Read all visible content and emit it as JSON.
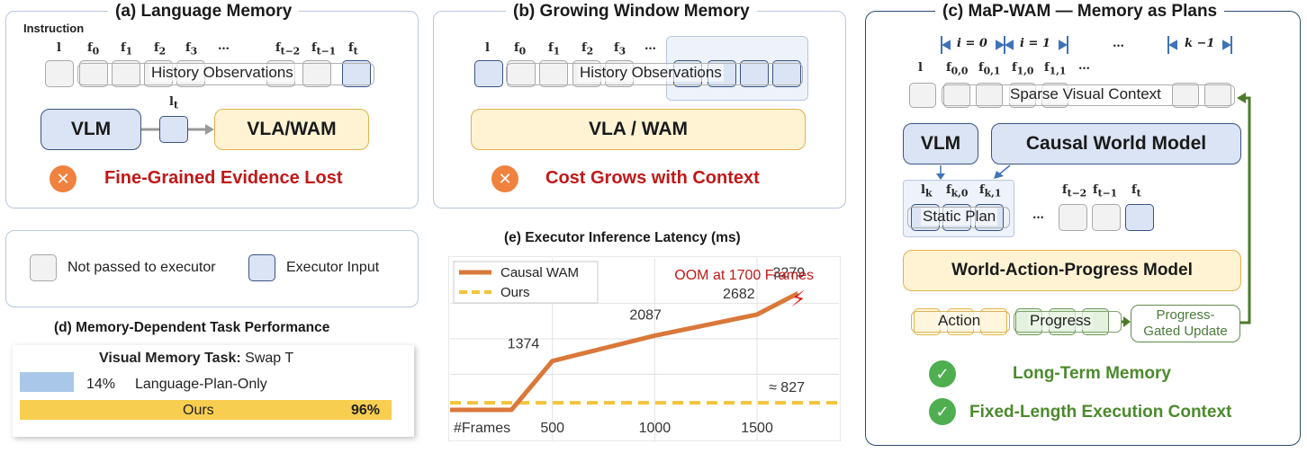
{
  "panel_a": {
    "title": "(a) Language Memory",
    "instruction_label": "Instruction",
    "strip_label": "History Observations",
    "vlm": "VLM",
    "executor": "VLA/WAM",
    "lt": "l",
    "lt_sub": "t",
    "status": "Fine-Grained Evidence Lost"
  },
  "panel_b": {
    "title": "(b) Growing Window Memory",
    "strip_label": "History Observations",
    "executor": "VLA / WAM",
    "status": "Cost Grows with Context"
  },
  "panel_c": {
    "title": "(c) MaP-WAM — Memory as Plans",
    "intervals": [
      "i = 0",
      "i = 1",
      "…",
      "k −1"
    ],
    "strip_label": "Sparse Visual Context",
    "vlm": "VLM",
    "causal_wm": "Causal World Model",
    "static_plan": "Static Plan",
    "wap_model": "World-Action-Progress Model",
    "action": "Action",
    "progress": "Progress",
    "update": "Progress-Gated Update",
    "benefit_1": "Long-Term Memory",
    "benefit_2": "Fixed-Length Execution Context"
  },
  "legend": {
    "not_passed": "Not passed to executor",
    "executor_input": "Executor Input"
  },
  "panel_d": {
    "title": "(d) Memory-Dependent Task Performance",
    "task_prefix": "Visual Memory Task:",
    "task_name": "Swap T",
    "rows": [
      {
        "label": "Language-Plan-Only",
        "value_text": "14%",
        "value": 14
      },
      {
        "label": "Ours",
        "value_text": "96%",
        "value": 96
      }
    ]
  },
  "chart_data": {
    "type": "line",
    "title": "(e) Executor Inference Latency (ms)",
    "xlabel": "#Frames",
    "x_ticks": [
      500,
      1000,
      1500
    ],
    "xlim": [
      0,
      1900
    ],
    "ylim": [
      0,
      4000
    ],
    "annotation": "OOM at 1700 Frames",
    "series": [
      {
        "name": "Causal WAM",
        "color": "#d9783a",
        "points": [
          [
            0,
            0
          ],
          [
            300,
            0
          ],
          [
            500,
            1374
          ],
          [
            1000,
            2087
          ],
          [
            1500,
            2682
          ],
          [
            1700,
            3279
          ]
        ],
        "labels": [
          "1374",
          "2087",
          "2682",
          "3279"
        ]
      },
      {
        "name": "Ours",
        "color": "#f3c43b",
        "flat_value": 827,
        "flat_label": "≈ 827"
      }
    ]
  },
  "glyphs": {
    "x_mark": "✕",
    "check_mark": "✓",
    "ellipsis": "…",
    "lightning": "⚡"
  }
}
